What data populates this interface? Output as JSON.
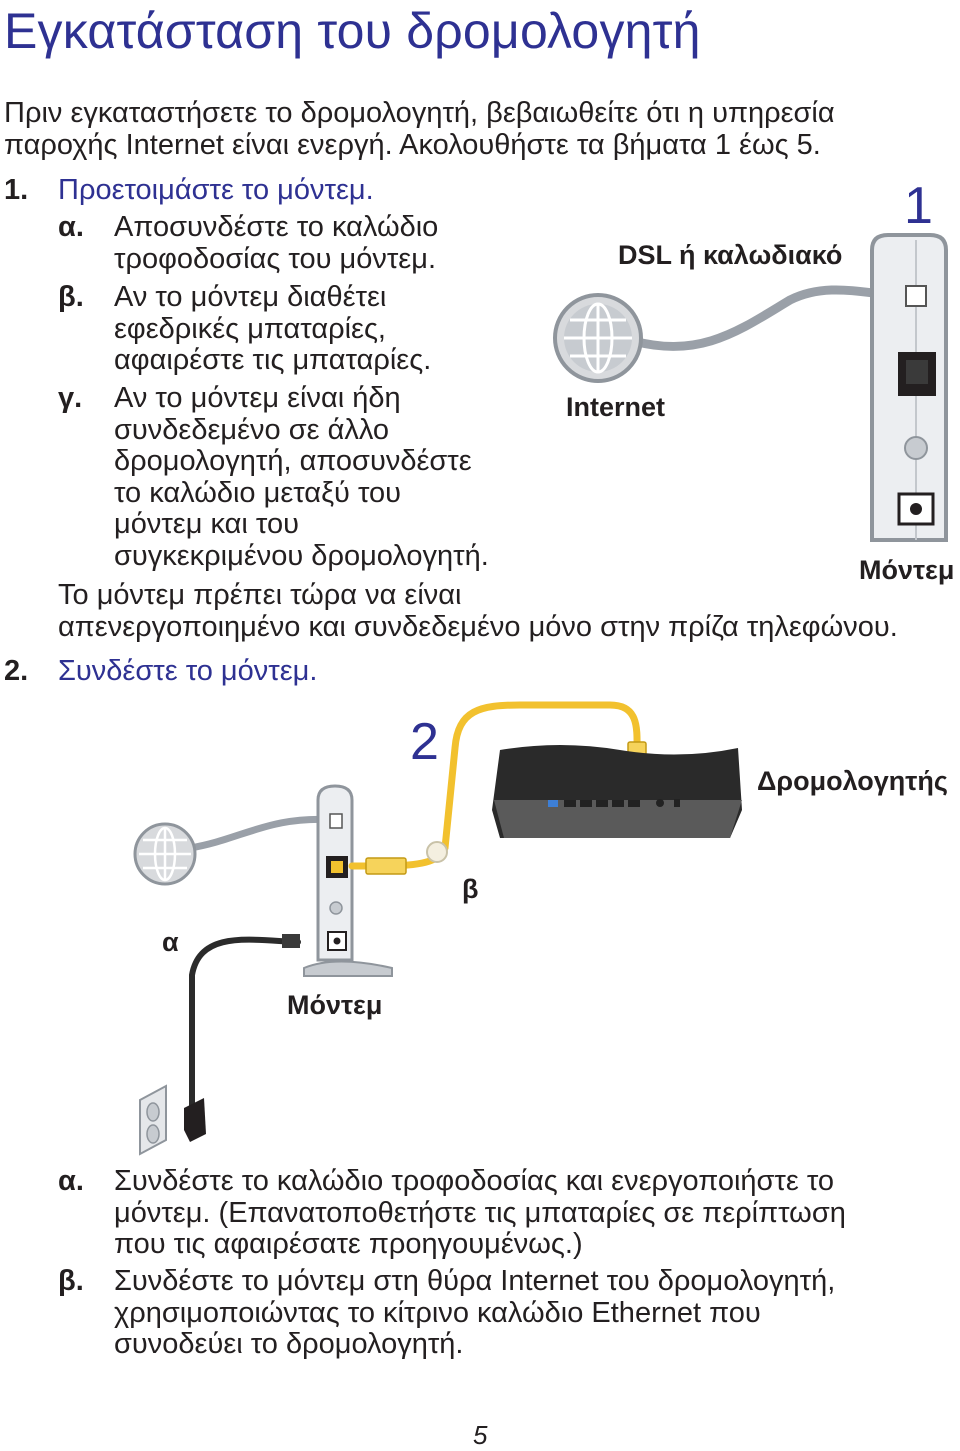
{
  "title": "Εγκατάσταση του δρομολογητή",
  "intro": [
    "Πριν εγκαταστήσετε το δρομολογητή, βεβαιωθείτε ότι η υπηρεσία",
    "παροχής Internet είναι ενεργή. Ακολουθήστε τα βήματα 1 έως 5."
  ],
  "step1": {
    "number": "1.",
    "heading": "Προετοιμάστε το μόντεμ.",
    "items": [
      {
        "marker": "α.",
        "lines": [
          "Αποσυνδέστε το καλώδιο",
          "τροφοδοσίας του μόντεμ."
        ]
      },
      {
        "marker": "β.",
        "lines": [
          "Αν το μόντεμ διαθέτει",
          "εφεδρικές μπαταρίες,",
          "αφαιρέστε τις μπαταρίες."
        ]
      },
      {
        "marker": "γ.",
        "lines": [
          "Αν το μόντεμ είναι ήδη",
          "συνδεδεμένο σε άλλο",
          "δρομολογητή, αποσυνδέστε",
          "το καλώδιο μεταξύ του",
          "μόντεμ και του",
          "συγκεκριμένου δρομολογητή."
        ]
      }
    ],
    "note": [
      "Το μόντεμ πρέπει τώρα να είναι",
      "απενεργοποιημένο και συνδεδεμένο μόνο στην πρίζα τηλεφώνου."
    ]
  },
  "figure1": {
    "number": "1",
    "dsl_label": "DSL ή καλωδιακό",
    "internet_label": "Internet",
    "modem_label": "Μόντεμ"
  },
  "step2": {
    "number": "2.",
    "heading": "Συνδέστε το μόντεμ."
  },
  "figure2": {
    "number": "2",
    "router_label": "Δρομολογητής",
    "modem_label": "Μόντεμ",
    "label_a": "α",
    "label_b": "β"
  },
  "step2_items": [
    {
      "marker": "α.",
      "lines": [
        "Συνδέστε το καλώδιο τροφοδοσίας και ενεργοποιήστε το",
        "μόντεμ. (Επανατοποθετήστε τις μπαταρίες σε περίπτωση",
        "που τις αφαιρέσατε προηγουμένως.)"
      ]
    },
    {
      "marker": "β.",
      "lines": [
        "Συνδέστε το μόντεμ στη θύρα Internet του δρομολογητή,",
        "χρησιμοποιώντας το κίτρινο καλώδιο Ethernet που",
        "συνοδεύει το δρομολογητή."
      ]
    }
  ],
  "page_number": "5",
  "colors": {
    "title_blue": "#2e3192",
    "cable_yellow": "#f2c12e",
    "cable_gray": "#9aa0a8"
  }
}
